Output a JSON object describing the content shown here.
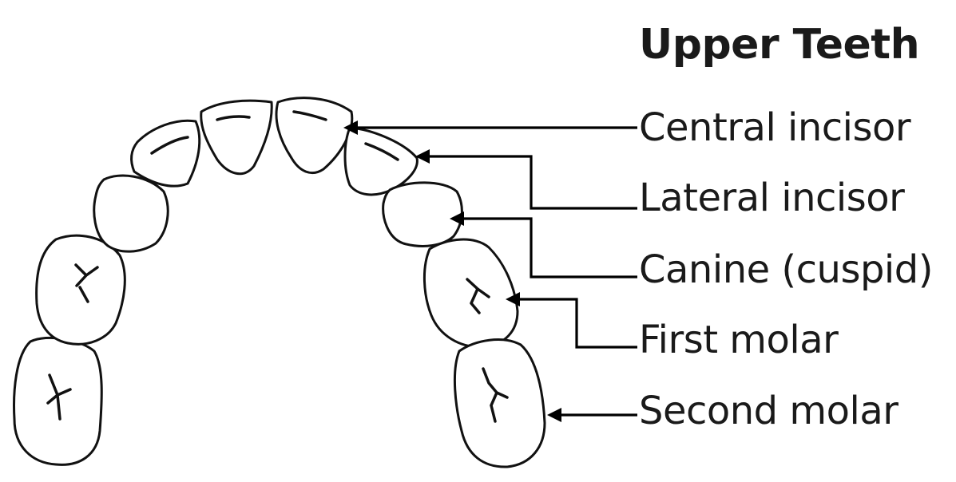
{
  "title": "Upper Teeth",
  "labels": {
    "central_incisor": "Central incisor",
    "lateral_incisor": "Lateral incisor",
    "canine": "Canine (cuspid)",
    "first_molar": "First molar",
    "second_molar": "Second molar"
  },
  "colors": {
    "line": "#000000",
    "text": "#1a1a1a",
    "background": "#ffffff"
  }
}
